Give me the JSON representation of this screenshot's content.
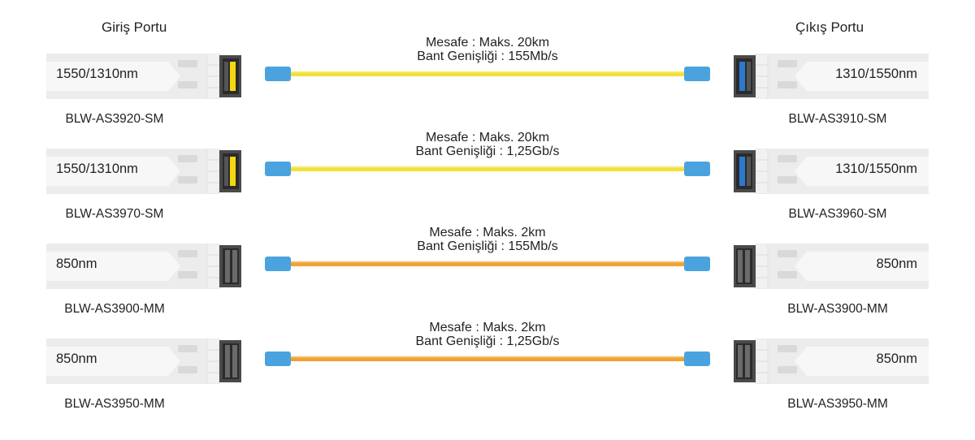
{
  "headers": {
    "input": "Giriş Portu",
    "output": "Çıkış Portu"
  },
  "colors": {
    "singlemode": "#f2e03a",
    "multimode": "#f0a231",
    "connector": "#4aa3df",
    "tx_block_yellow": "#f5d90f",
    "rx_block_blue": "#2f78cf",
    "module_body": "#ececec"
  },
  "rows": [
    {
      "in_wavelength": "1550/1310nm",
      "in_model": "BLW-AS3920-SM",
      "distance": "Mesafe : Maks. 20km",
      "bandwidth": "Bant Genişliği : 155Mb/s",
      "out_wavelength": "1310/1550nm",
      "out_model": "BLW-AS3910-SM",
      "fiber": "singlemode"
    },
    {
      "in_wavelength": "1550/1310nm",
      "in_model": "BLW-AS3970-SM",
      "distance": "Mesafe : Maks. 20km",
      "bandwidth": "Bant Genişliği : 1,25Gb/s",
      "out_wavelength": "1310/1550nm",
      "out_model": "BLW-AS3960-SM",
      "fiber": "singlemode"
    },
    {
      "in_wavelength": "850nm",
      "in_model": "BLW-AS3900-MM",
      "distance": "Mesafe : Maks. 2km",
      "bandwidth": "Bant Genişliği : 155Mb/s",
      "out_wavelength": "850nm",
      "out_model": "BLW-AS3900-MM",
      "fiber": "multimode"
    },
    {
      "in_wavelength": "850nm",
      "in_model": "BLW-AS3950-MM",
      "distance": "Mesafe : Maks. 2km",
      "bandwidth": "Bant Genişliği : 1,25Gb/s",
      "out_wavelength": "850nm",
      "out_model": "BLW-AS3950-MM",
      "fiber": "multimode"
    }
  ]
}
